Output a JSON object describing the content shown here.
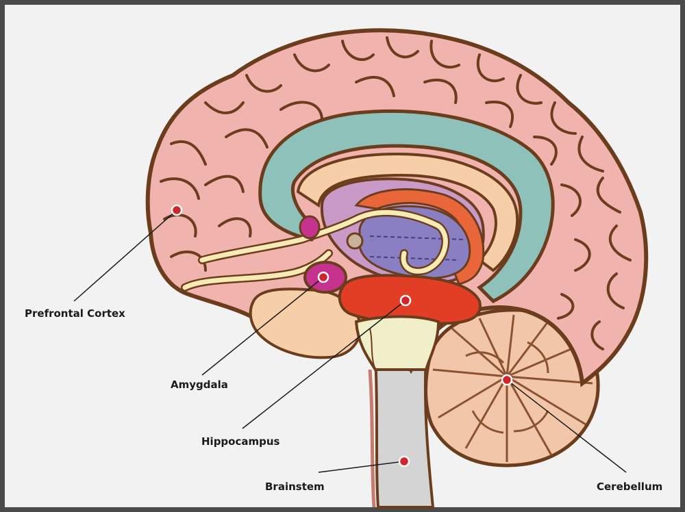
{
  "diagram": {
    "labels": {
      "prefrontal_cortex": "Prefrontal Cortex",
      "amygdala": "Amygdala",
      "hippocampus": "Hippocampus",
      "brainstem": "Brainstem",
      "cerebellum": "Cerebellum"
    }
  },
  "colors": {
    "cortex": "#f0b3ae",
    "outline": "#6b3d1c",
    "ventricle": "#8fc1bb",
    "corpus_callosum": "#f6cfa8",
    "thalamus": "#c99ac8",
    "hypothalamus": "#8a7fc3",
    "hippocampus": "#e23d25",
    "amygdala": "#c6338f",
    "brainstem": "#f1efc9",
    "spinal": "#d4d4d4",
    "cerebellum": "#f2c6a8",
    "fornix": "#f6eab5",
    "marker": "#d0252b"
  }
}
